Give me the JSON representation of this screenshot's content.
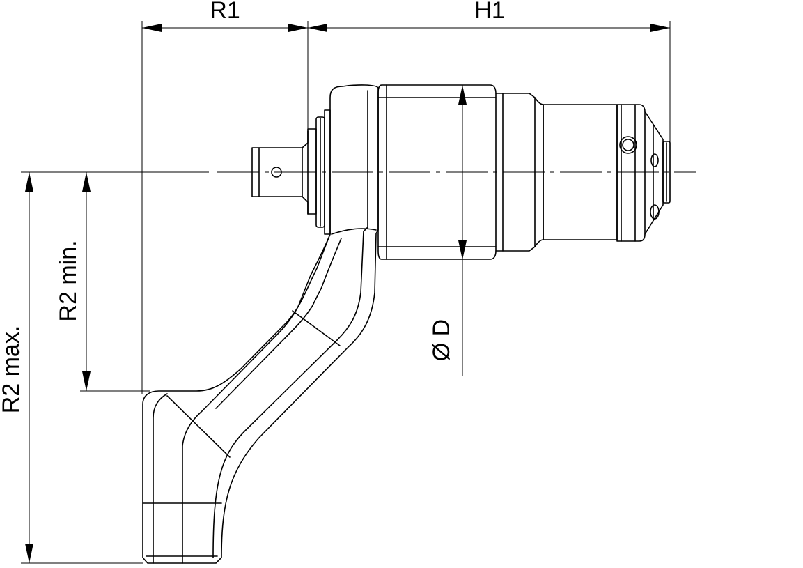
{
  "labels": {
    "r1": "R1",
    "h1": "H1",
    "r2_min": "R2 min.",
    "r2_max": "R2 max.",
    "diameter": "Ø D"
  },
  "colors": {
    "line": "#000000",
    "background": "#ffffff"
  }
}
